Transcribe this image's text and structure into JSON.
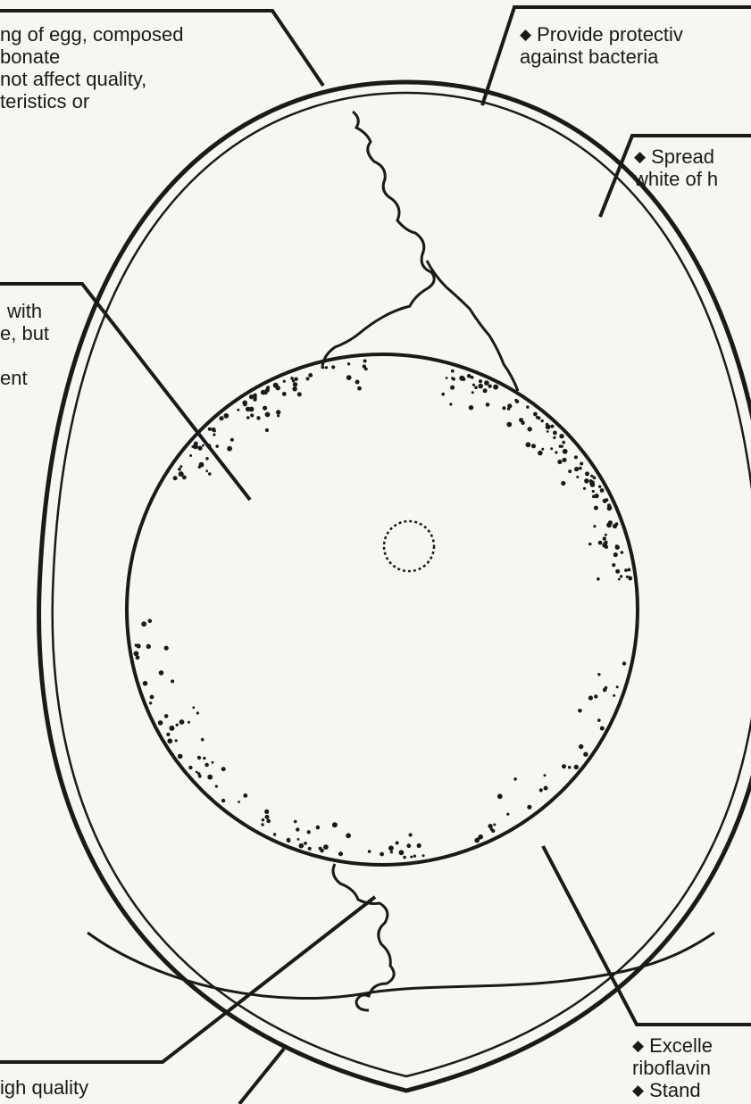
{
  "labels": {
    "shell": [
      "ng of egg, composed",
      "bonate",
      "not affect quality,",
      "teristics or"
    ],
    "cuticle": [
      "Provide protectiv",
      "against bacteria"
    ],
    "thick_albumen": [
      "Spread",
      "white of h"
    ],
    "yolk": [
      "with",
      "e, but",
      "",
      "ent"
    ],
    "chalaza": [
      "igh quality"
    ],
    "thin_albumen": [
      "Excelle",
      "riboflavin",
      "Stand"
    ]
  },
  "icons": {
    "bullet": "diamond-bullet-icon"
  },
  "colors": {
    "ink": "#1a1a1a",
    "paper": "#f7f6f3"
  }
}
